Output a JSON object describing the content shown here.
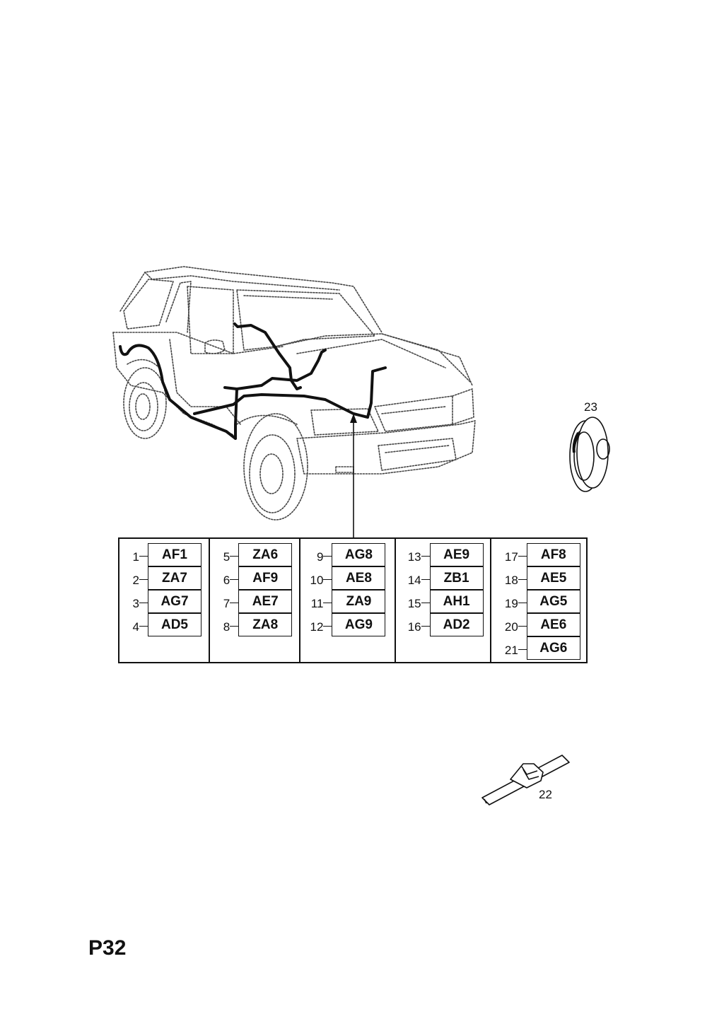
{
  "callouts": {
    "grommet": "23",
    "clip": "22"
  },
  "table": {
    "columns": [
      [
        {
          "num": "1",
          "code": "AF1"
        },
        {
          "num": "2",
          "code": "ZA7"
        },
        {
          "num": "3",
          "code": "AG7"
        },
        {
          "num": "4",
          "code": "AD5"
        }
      ],
      [
        {
          "num": "5",
          "code": "ZA6"
        },
        {
          "num": "6",
          "code": "AF9"
        },
        {
          "num": "7",
          "code": "AE7"
        },
        {
          "num": "8",
          "code": "ZA8"
        }
      ],
      [
        {
          "num": "9",
          "code": "AG8"
        },
        {
          "num": "10",
          "code": "AE8"
        },
        {
          "num": "11",
          "code": "ZA9"
        },
        {
          "num": "12",
          "code": "AG9"
        }
      ],
      [
        {
          "num": "13",
          "code": "AE9"
        },
        {
          "num": "14",
          "code": "ZB1"
        },
        {
          "num": "15",
          "code": "AH1"
        },
        {
          "num": "16",
          "code": "AD2"
        }
      ],
      [
        {
          "num": "17",
          "code": "AF8"
        },
        {
          "num": "18",
          "code": "AE5"
        },
        {
          "num": "19",
          "code": "AG5"
        },
        {
          "num": "20",
          "code": "AE6"
        },
        {
          "num": "21",
          "code": "AG6"
        }
      ]
    ]
  },
  "page_code": "P32"
}
